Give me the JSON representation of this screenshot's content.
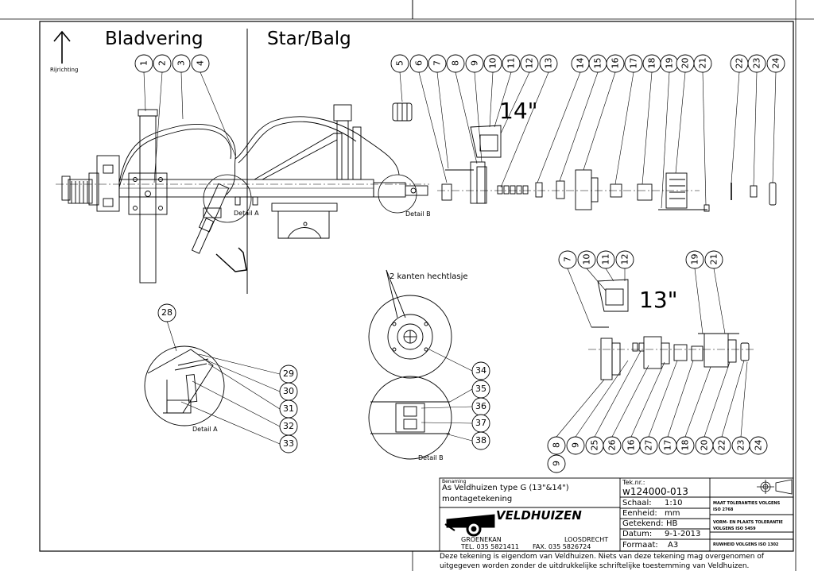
{
  "header": {
    "section_left": "Bladvering",
    "section_right": "Star/Balg",
    "direction_label": "Rijrichting"
  },
  "labels": {
    "size_14": "14\"",
    "size_13": "13\"",
    "detail_a": "Detail A",
    "detail_b": "Detail B",
    "detail_a_small": "Detail A",
    "weld_note": "2 kanten hechtlasje"
  },
  "balloons": {
    "top_row": [
      "1",
      "2",
      "3",
      "4",
      "5",
      "6",
      "7",
      "8",
      "9",
      "10",
      "11",
      "12",
      "13",
      "14",
      "15",
      "16",
      "17",
      "18",
      "19",
      "20",
      "21",
      "22",
      "23",
      "24"
    ],
    "top_13": [
      "7",
      "10",
      "11",
      "12",
      "19",
      "21"
    ],
    "bottom_13": [
      "8",
      "9",
      "25",
      "26",
      "16",
      "27",
      "17",
      "18",
      "20",
      "22",
      "23",
      "24"
    ],
    "bottom_13_second": "9",
    "detail_a": [
      "28",
      "29",
      "30",
      "31",
      "32",
      "33"
    ],
    "detail_b": [
      "34",
      "35",
      "36",
      "37",
      "38"
    ]
  },
  "title_block": {
    "benaming_label": "Benaming",
    "title_line1": "As Veldhuizen type G (13\"&14\")",
    "title_line2": "montagetekening",
    "teknr_label": "Tek.nr.:",
    "teknr": "w124000-013",
    "schaal_label": "Schaal:",
    "schaal": "1:10",
    "eenheid_label": "Eenheid:",
    "eenheid": "mm",
    "getekend_label": "Getekend:",
    "getekend": "HB",
    "datum_label": "Datum:",
    "datum": "9-1-2013",
    "formaat_label": "Formaat:",
    "formaat": "A3",
    "company": "VELDHUIZEN",
    "city_left": "GROENEKAN",
    "city_right": "LOOSDRECHT",
    "phone": "TEL. 035 5821411",
    "fax": "FAX. 035 5826724",
    "tol1_a": "MAAT TOLERANTIES VOLGENS",
    "tol1_b": "ISO 2768",
    "tol2_a": "VORM- EN PLAATS TOLERANTIE",
    "tol2_b": "VOLGENS ISO 5459",
    "tol3": "RUWHEID VOLGENS ISO 1302"
  },
  "footer": {
    "line1": "Deze tekening is eigendom van Veldhuizen. Niets van deze tekening mag overgenomen of",
    "line2": "uitgegeven worden zonder de uitdrukkelijke schriftelijke toestemming van Veldhuizen."
  }
}
